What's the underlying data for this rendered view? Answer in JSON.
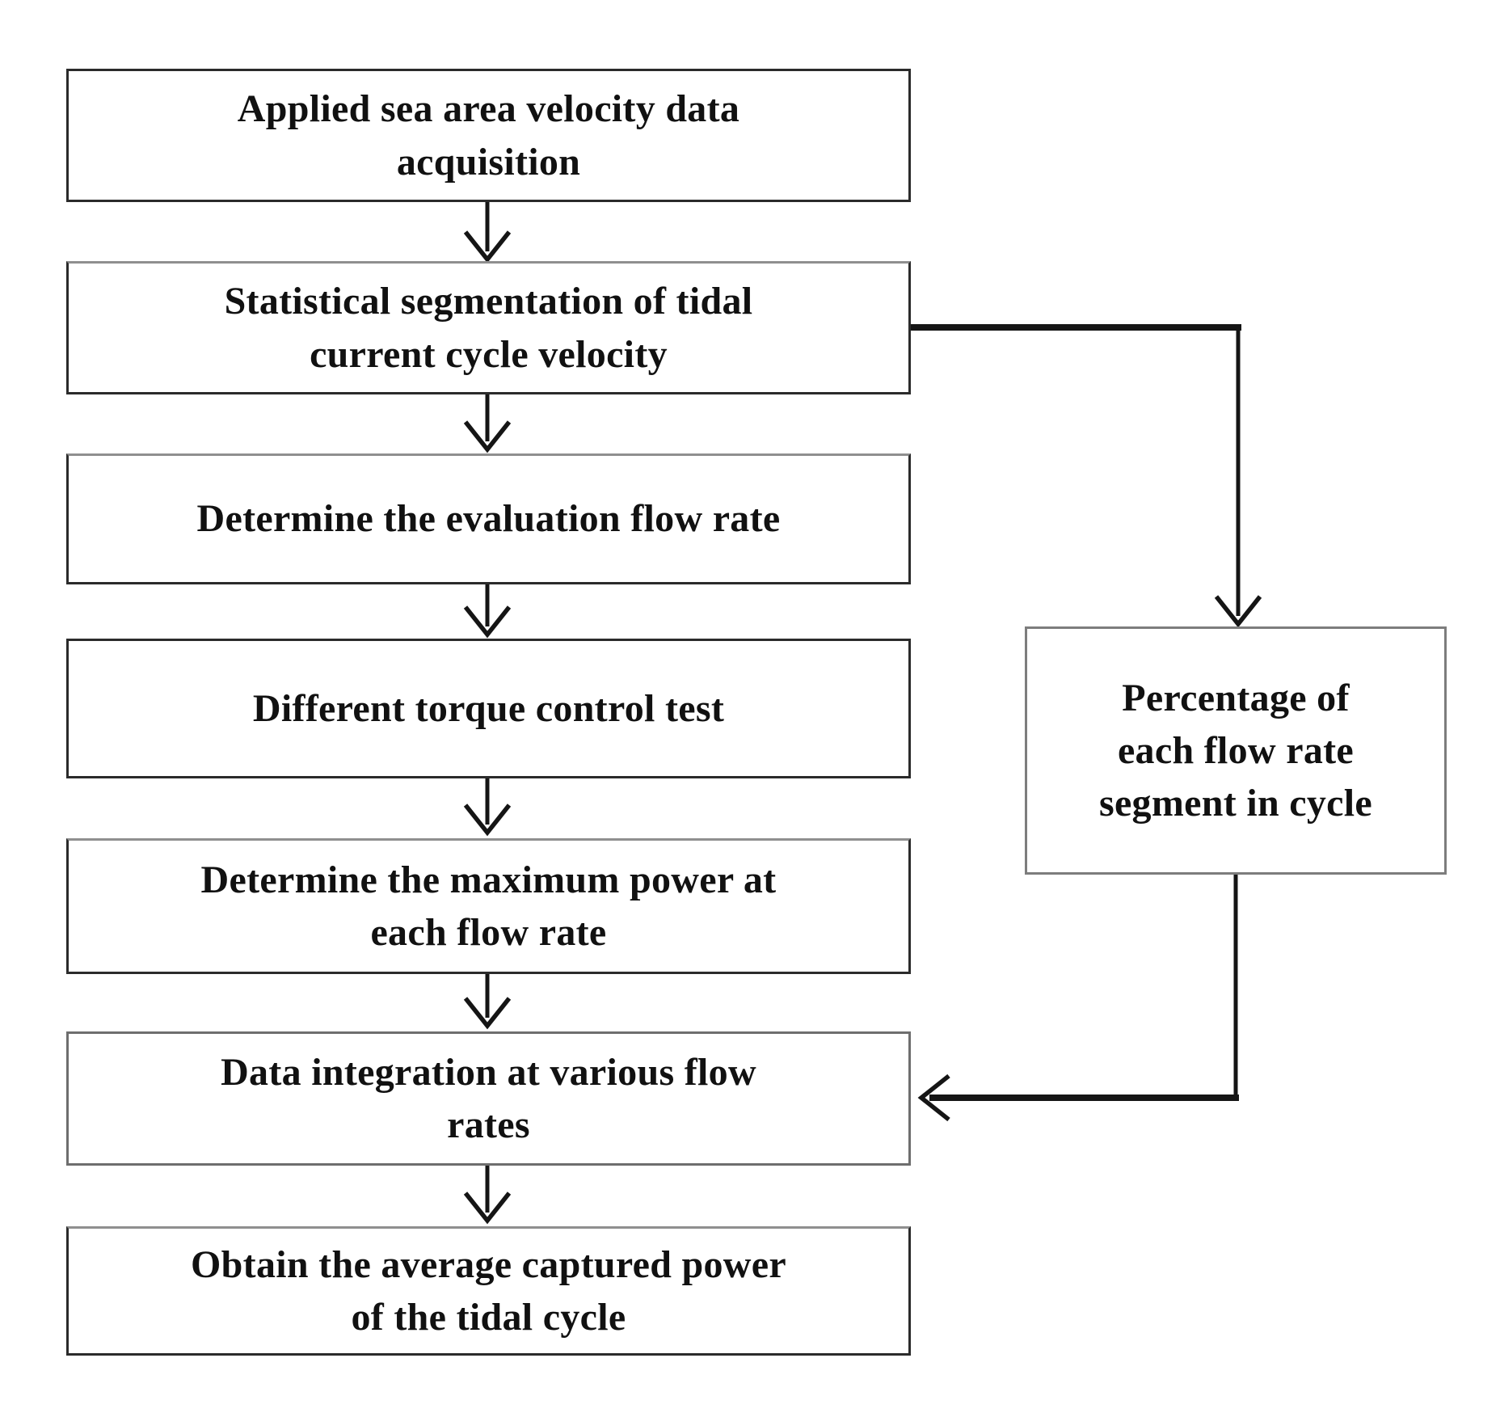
{
  "diagram": {
    "type": "flowchart",
    "boxes": [
      {
        "id": "step-1",
        "label": "Applied sea area velocity data\nacquisition"
      },
      {
        "id": "step-2",
        "label": "Statistical segmentation of tidal\ncurrent cycle velocity"
      },
      {
        "id": "step-3",
        "label": "Determine the evaluation flow rate"
      },
      {
        "id": "step-4",
        "label": "Different torque control test"
      },
      {
        "id": "step-5",
        "label": "Determine the maximum power at\neach flow rate"
      },
      {
        "id": "step-6",
        "label": "Data integration at various flow\nrates"
      },
      {
        "id": "step-7",
        "label": "Obtain the average captured power\nof the tidal cycle"
      },
      {
        "id": "side-step",
        "label": "Percentage of\neach flow rate\nsegment in cycle"
      }
    ],
    "connections": [
      {
        "from": "step-1",
        "to": "step-2"
      },
      {
        "from": "step-2",
        "to": "step-3"
      },
      {
        "from": "step-3",
        "to": "step-4"
      },
      {
        "from": "step-4",
        "to": "step-5"
      },
      {
        "from": "step-5",
        "to": "step-6"
      },
      {
        "from": "step-6",
        "to": "step-7"
      },
      {
        "from": "step-2",
        "to": "side-step"
      },
      {
        "from": "side-step",
        "to": "step-6"
      }
    ],
    "colors": {
      "background": "#ffffff",
      "text": "#111111",
      "box_border": "#2b2b2b",
      "side_box_border": "#7d7d7d",
      "arrow": "#151515"
    }
  }
}
